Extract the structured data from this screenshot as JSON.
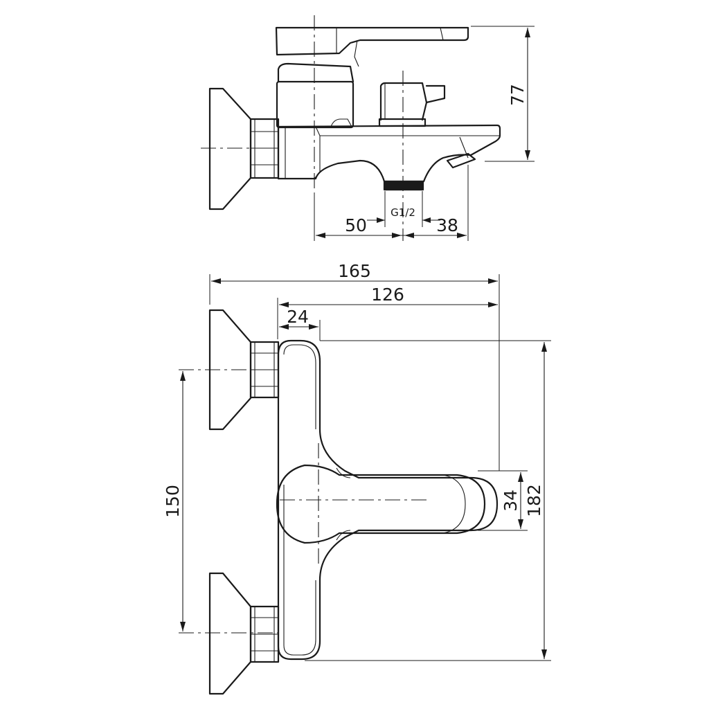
{
  "dimensions": {
    "spout_height": "77",
    "outlet_offset_left": "50",
    "outlet_offset_right": "38",
    "thread": "G1/2",
    "overall_width": "165",
    "body_width": "126",
    "wall_to_body": "24",
    "lever_width": "34",
    "overall_height": "182",
    "centers_distance": "150"
  },
  "colors": {
    "line": "#1a1a1a",
    "background": "#ffffff"
  }
}
